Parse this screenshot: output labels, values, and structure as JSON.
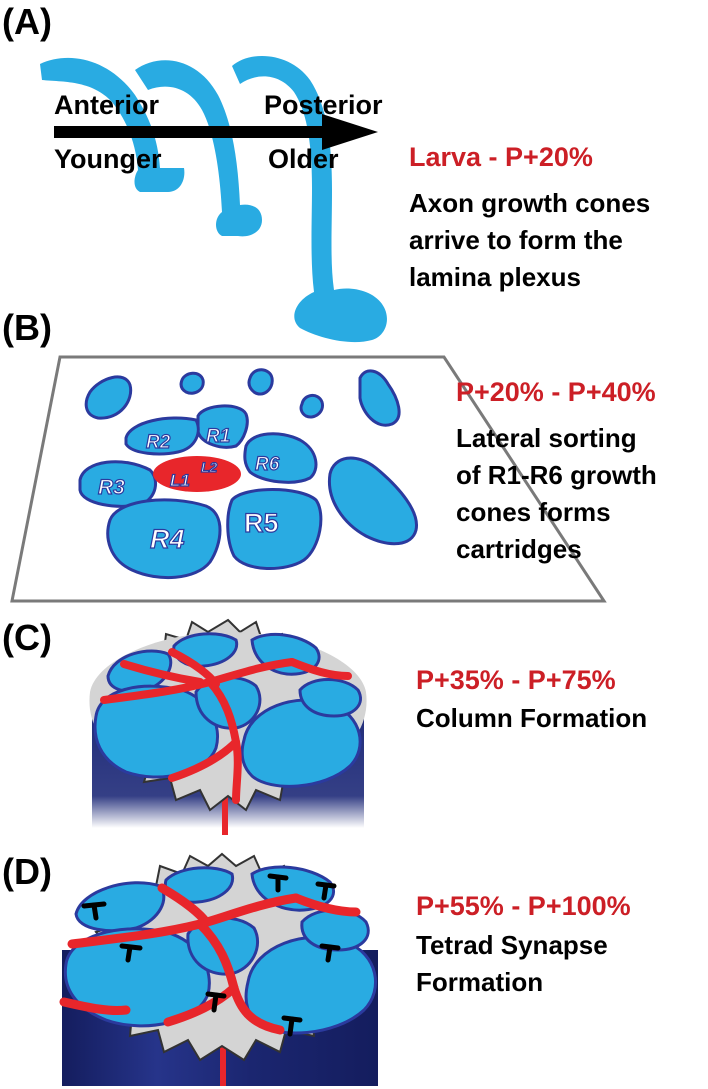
{
  "colors": {
    "axon_blue": "#29abe2",
    "outline_blue": "#2b3a9e",
    "lamina_red": "#e8262b",
    "label_red": "#cc1f26",
    "arrow_black": "#000000",
    "column_navy": "#1e2a78",
    "spiky_gray": "#d4d4d4"
  },
  "panel_a": {
    "letter": "(A)",
    "anterior": "Anterior",
    "posterior": "Posterior",
    "younger": "Younger",
    "older": "Older",
    "stage": "Larva - P+20%",
    "desc_lines": [
      "Axon growth cones",
      "arrive to form the",
      "lamina plexus"
    ]
  },
  "panel_b": {
    "letter": "(B)",
    "stage": "P+20% - P+40%",
    "desc_lines": [
      "Lateral sorting",
      "of R1-R6 growth",
      "cones forms",
      "cartridges"
    ],
    "cell_labels": {
      "r1": "R1",
      "r2": "R2",
      "r3": "R3",
      "r4": "R4",
      "r5": "R5",
      "r6": "R6",
      "l1": "L1",
      "l2": "L2"
    }
  },
  "panel_c": {
    "letter": "(C)",
    "stage": "P+35% - P+75%",
    "desc_lines": [
      "Column Formation"
    ]
  },
  "panel_d": {
    "letter": "(D)",
    "stage": "P+55% - P+100%",
    "desc_lines": [
      "Tetrad Synapse",
      "Formation"
    ]
  }
}
